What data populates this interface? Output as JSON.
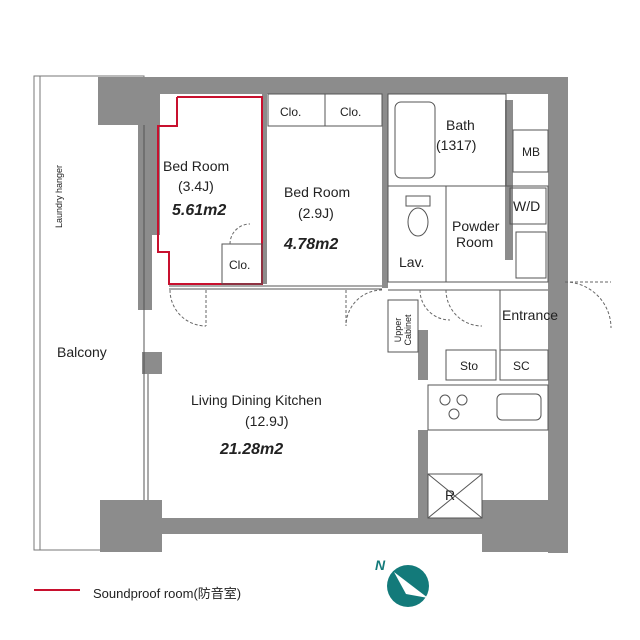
{
  "rooms": {
    "bedroom1": {
      "name": "Bed Room",
      "size": "(3.4J)",
      "area": "5.61m2"
    },
    "bedroom2": {
      "name": "Bed Room",
      "size": "(2.9J)",
      "area": "4.78m2"
    },
    "ldk": {
      "name": "Living Dining Kitchen",
      "size": "(12.9J)",
      "area": "21.28m2"
    },
    "bath": {
      "name": "Bath",
      "size": "(1317)"
    },
    "powder": {
      "line1": "Powder",
      "line2": "Room"
    },
    "lav": "Lav.",
    "balcony": "Balcony",
    "entrance": "Entrance",
    "wd": "W/D",
    "mb": "MB",
    "sto": "Sto",
    "sc": "SC",
    "r": "R",
    "clo": "Clo.",
    "upper_cabinet": {
      "line1": "Upper",
      "line2": "Cabinet"
    },
    "laundry": "Laundry hanger"
  },
  "legend": {
    "label": "Soundproof room(防音室)",
    "color": "#c8102e"
  },
  "compass": {
    "letter": "N",
    "color": "#137a7a"
  },
  "colors": {
    "wall": "#8c8c8c",
    "line": "#555555"
  }
}
